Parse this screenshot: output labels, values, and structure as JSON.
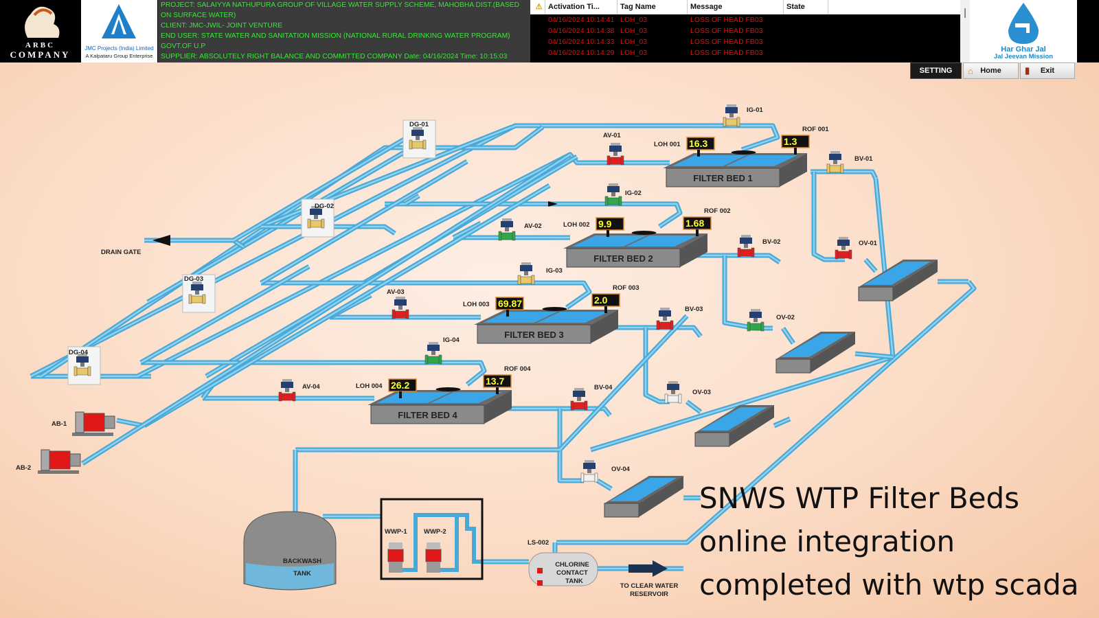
{
  "header": {
    "arbc_logo": {
      "line1": "ARBC",
      "line2": "COMPANY"
    },
    "jmc_logo": {
      "line1": "JMC Projects (India) Limited",
      "line2": "A Kalpataru Group Enterprise"
    },
    "info_lines": [
      "PROJECT: SALAIYYA NATHUPURA GROUP OF VILLAGE WATER SUPPLY SCHEME, MAHOBHA DIST.(BASED ON SURFACE WATER)",
      "CLIENT: JMC-JWIL- JOINT VENTURE",
      "END USER: STATE WATER AND SANITATION MISSION (NATIONAL RURAL DRINKING WATER PROGRAM)",
      "GOVT.OF U.P",
      "SUPPLIER: ABSOLUTELY RIGHT BALANCE AND COMMITTED COMPANY  Date: 04/16/2024   Time: 10:15:03"
    ],
    "hgj_logo": {
      "line1": "Har Ghar Jal",
      "line2": "Jal Jeevan Mission"
    }
  },
  "alarms": {
    "columns": [
      "Activation Ti...",
      "Tag Name",
      "Message",
      "State"
    ],
    "rows": [
      {
        "time": "04/16/2024 10:14:41",
        "tag": "LOH_03",
        "message": "LOSS OF HEAD FB03",
        "state": ""
      },
      {
        "time": "04/16/2024 10:14:38",
        "tag": "LOH_03",
        "message": "LOSS OF HEAD FB03",
        "state": ""
      },
      {
        "time": "04/16/2024 10:14:33",
        "tag": "LOH_03",
        "message": "LOSS OF HEAD FB03",
        "state": ""
      },
      {
        "time": "04/16/2024 10:14:29",
        "tag": "LOH_03",
        "message": "LOSS OF HEAD FB03",
        "state": ""
      }
    ]
  },
  "nav": {
    "setting": "SETTING",
    "home": "Home",
    "exit": "Exit"
  },
  "filter_beds": [
    {
      "name": "FILTER BED 1",
      "loh_label": "LOH 001",
      "loh": "16.3",
      "rof_label": "ROF 001",
      "rof": "1.3"
    },
    {
      "name": "FILTER BED 2",
      "loh_label": "LOH 002",
      "loh": "9.9",
      "rof_label": "ROF 002",
      "rof": "1.68"
    },
    {
      "name": "FILTER BED 3",
      "loh_label": "LOH 003",
      "loh": "69.87",
      "rof_label": "ROF 003",
      "rof": "2.0"
    },
    {
      "name": "FILTER BED 4",
      "loh_label": "LOH 004",
      "loh": "26.2",
      "rof_label": "ROF 004",
      "rof": "13.7"
    }
  ],
  "valve_colors": {
    "open": "#2fa84a",
    "closed": "#e02020",
    "neutral": "#e8c86a",
    "idle": "#f2f2f2"
  },
  "valves": [
    {
      "tag": "DG-01",
      "state": "neutral"
    },
    {
      "tag": "DG-02",
      "state": "neutral"
    },
    {
      "tag": "DG-03",
      "state": "neutral"
    },
    {
      "tag": "DG-04",
      "state": "neutral"
    },
    {
      "tag": "IG-01",
      "state": "neutral"
    },
    {
      "tag": "AV-01",
      "state": "closed"
    },
    {
      "tag": "BV-01",
      "state": "neutral"
    },
    {
      "tag": "IG-02",
      "state": "open"
    },
    {
      "tag": "AV-02",
      "state": "open"
    },
    {
      "tag": "BV-02",
      "state": "closed"
    },
    {
      "tag": "OV-01",
      "state": "closed"
    },
    {
      "tag": "IG-03",
      "state": "neutral"
    },
    {
      "tag": "AV-03",
      "state": "closed"
    },
    {
      "tag": "BV-03",
      "state": "closed"
    },
    {
      "tag": "OV-02",
      "state": "open"
    },
    {
      "tag": "IG-04",
      "state": "open"
    },
    {
      "tag": "AV-04",
      "state": "closed"
    },
    {
      "tag": "BV-04",
      "state": "closed"
    },
    {
      "tag": "OV-03",
      "state": "idle"
    },
    {
      "tag": "OV-04",
      "state": "idle"
    }
  ],
  "equipment": {
    "drain_gate": "DRAIN GATE",
    "blowers": [
      "AB-1",
      "AB-2"
    ],
    "backwash_tank": [
      "BACKWASH",
      "TANK"
    ],
    "pumps": [
      "WWP-1",
      "WWP-2"
    ],
    "level_switch": "LS-002",
    "chlorine_tank": [
      "CHLORINE",
      "CONTACT",
      "TANK"
    ],
    "outlet": [
      "TO CLEAR WATER",
      "RESERVOIR"
    ]
  },
  "caption": [
    "SNWS WTP Filter Beds",
    "online integration",
    "completed with wtp scada"
  ]
}
